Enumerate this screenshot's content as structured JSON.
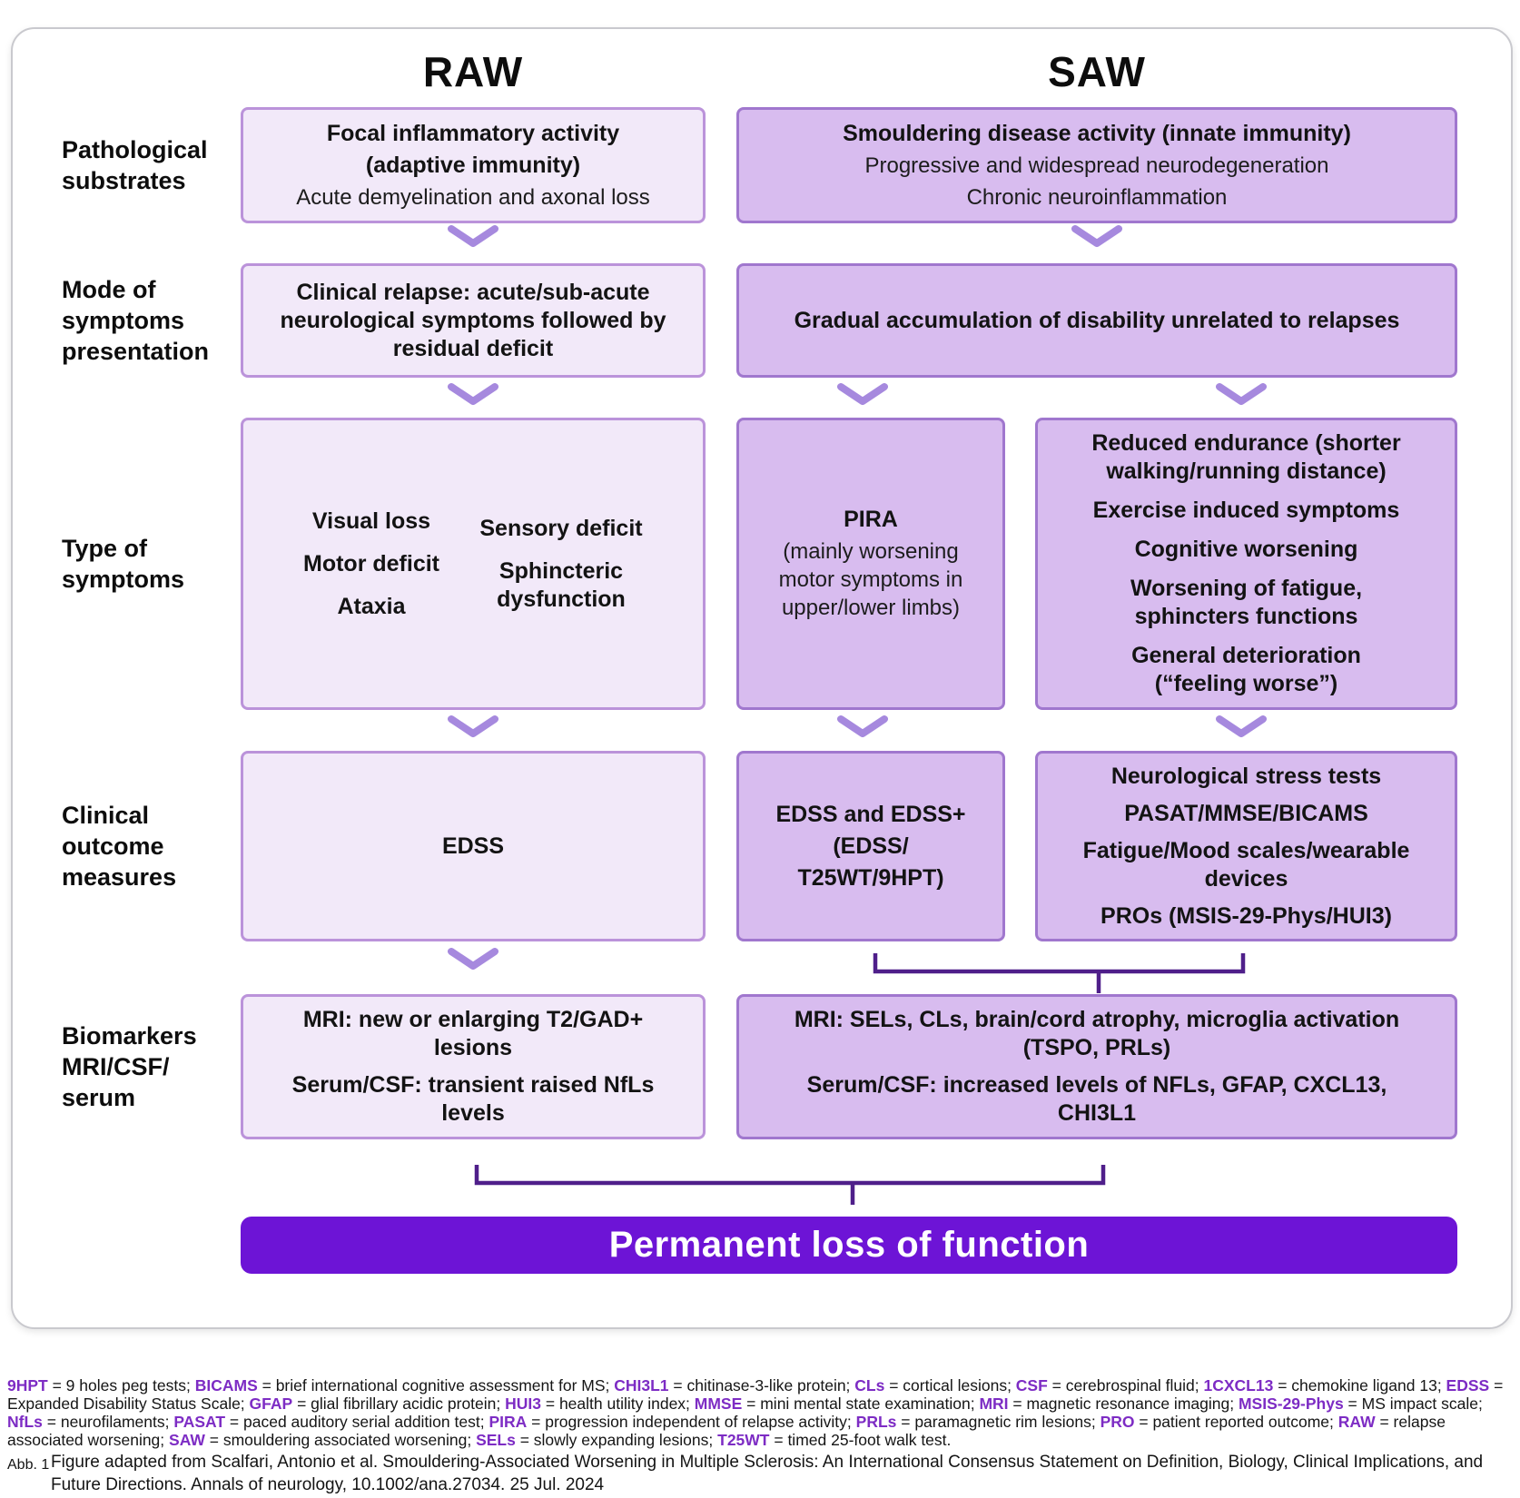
{
  "columns": {
    "raw": "RAW",
    "saw": "SAW"
  },
  "row_labels": [
    {
      "lines": [
        "Pathological",
        "substrates"
      ]
    },
    {
      "lines": [
        "Mode of",
        "symptoms",
        "presentation"
      ]
    },
    {
      "lines": [
        "Type of",
        "symptoms"
      ]
    },
    {
      "lines": [
        "Clinical",
        "outcome",
        "measures"
      ]
    },
    {
      "lines": [
        "Biomarkers",
        "MRI/CSF/",
        "serum"
      ]
    }
  ],
  "rows": {
    "pathological": {
      "raw": {
        "bold_lines": [
          "Focal inflammatory activity",
          "(adaptive immunity)"
        ],
        "regular_lines": [
          "Acute demyelination and axonal loss"
        ]
      },
      "saw": {
        "bold_lines": [
          "Smouldering disease activity (innate immunity)"
        ],
        "regular_lines": [
          "Progressive and widespread neurodegeneration",
          "Chronic neuroinflammation"
        ]
      }
    },
    "mode": {
      "raw": "Clinical relapse: acute/sub-acute neurological symptoms followed by residual deficit",
      "saw": "Gradual accumulation of disability unrelated to relapses"
    },
    "type": {
      "raw": {
        "col1": [
          "Visual loss",
          "Motor deficit",
          "Ataxia"
        ],
        "col2": [
          "Sensory deficit",
          "Sphincteric dysfunction"
        ]
      },
      "pira_title": "PIRA",
      "pira_sub": "(mainly worsening motor symptoms in upper/lower limbs)",
      "saw_items": [
        "Reduced endurance (shorter walking/running distance)",
        "Exercise induced symptoms",
        "Cognitive worsening",
        "Worsening of fatigue, sphincters functions",
        "General deterioration (“feeling worse”)"
      ]
    },
    "outcome": {
      "raw": "EDSS",
      "saw_mid": [
        "EDSS and EDSS+",
        "(EDSS/",
        "T25WT/9HPT)"
      ],
      "saw_items": [
        "Neurological stress tests",
        "PASAT/MMSE/BICAMS",
        "Fatigue/Mood scales/wearable devices",
        "PROs (MSIS-29-Phys/HUI3)"
      ]
    },
    "biomarkers": {
      "raw": [
        "MRI: new or enlarging T2/GAD+ lesions",
        "Serum/CSF: transient raised NfLs levels"
      ],
      "saw": [
        "MRI: SELs, CLs, brain/cord atrophy, microglia activation (TSPO, PRLs)",
        "Serum/CSF: increased levels of NFLs, GFAP, CXCL13, CHI3L1"
      ]
    }
  },
  "bottom_bar": "Permanent loss of function",
  "legend": [
    {
      "term": "9HPT",
      "def": "9 holes peg tests"
    },
    {
      "term": "BICAMS",
      "def": "brief international cognitive assessment for MS"
    },
    {
      "term": "CHI3L1",
      "def": "chitinase-3-like protein"
    },
    {
      "term": "CLs",
      "def": "cortical lesions"
    },
    {
      "term": "CSF",
      "def": "cerebrospinal fluid"
    },
    {
      "term": "1CXCL13",
      "def": "chemokine ligand 13"
    },
    {
      "term": "EDSS",
      "def": "Expanded Disability Status Scale"
    },
    {
      "term": "GFAP",
      "def": "glial fibrillary acidic protein"
    },
    {
      "term": "HUI3",
      "def": "health utility index"
    },
    {
      "term": "MMSE",
      "def": "mini mental state examination"
    },
    {
      "term": "MRI",
      "def": "magnetic resonance imaging"
    },
    {
      "term": "MSIS-29-Phys",
      "def": "MS impact scale"
    },
    {
      "term": "NfLs",
      "def": "neurofilaments"
    },
    {
      "term": "PASAT",
      "def": "paced auditory serial addition test"
    },
    {
      "term": "PIRA",
      "def": "progression independent of relapse activity"
    },
    {
      "term": "PRLs",
      "def": "paramagnetic rim lesions"
    },
    {
      "term": "PRO",
      "def": "patient reported outcome"
    },
    {
      "term": "RAW",
      "def": "relapse associated worsening"
    },
    {
      "term": "SAW",
      "def": "smouldering associated worsening"
    },
    {
      "term": "SELs",
      "def": "slowly expanding lesions"
    },
    {
      "term": "T25WT",
      "def": "timed 25-foot walk test"
    }
  ],
  "caption": {
    "label": "Abb. 1",
    "text": "Figure adapted from Scalfari, Antonio et al. Smouldering-Associated Worsening in Multiple Sclerosis: An International Consensus Statement on Definition, Biology, Clinical Implications, and Future Directions. Annals of neurology, 10.1002/ana.27034. 25 Jul. 2024"
  },
  "colors": {
    "raw_fill": "#f2e9f9",
    "raw_border": "#bb93da",
    "saw_fill": "#d8bcef",
    "saw_border": "#a077ce",
    "chevron": "#a689de",
    "bracket": "#4f1f8a",
    "bar_bg": "#6d14d6",
    "legend_term": "#7d2cc4"
  }
}
